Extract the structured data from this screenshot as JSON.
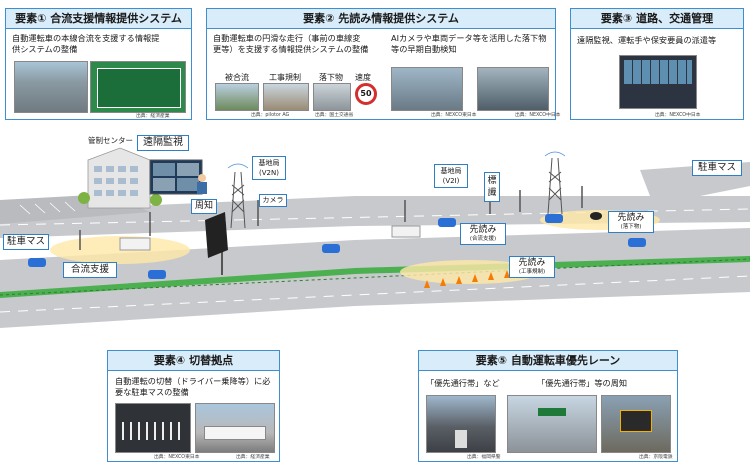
{
  "panels": {
    "p1": {
      "title": "要素① 合流支援情報提供システム",
      "desc": [
        "自動運転車の本線合流を支援する情報提",
        "供システムの整備"
      ],
      "source": "出典：経済産業"
    },
    "p2": {
      "title": "要素② 先読み情報提供システム",
      "desc_left": [
        "自動運転車の円滑な走行（事前の車線変",
        "更等）を支援する情報提供システムの整備"
      ],
      "desc_right": [
        "AIカメラや車両データ等を活用した落下物",
        "等の早期自動検知"
      ],
      "photo_labels": [
        "被合流",
        "工事規制",
        "落下物",
        "速度"
      ],
      "speed_value": "50",
      "sources": [
        "出典：pilotor AG",
        "出典：国土交通省",
        "出典：NEXCO東日本",
        "出典：NEXCO中日本"
      ]
    },
    "p3": {
      "title": "要素③ 道路、交通管理",
      "desc": "遠隔監視、運転手や保安要員の派遣等",
      "source": "出典：NEXCO中日本"
    },
    "p4": {
      "title": "要素④ 切替拠点",
      "desc": [
        "自動運転の切替（ドライバー乗降等）に必",
        "要な駐車マスの整備"
      ],
      "sources": [
        "出典：NEXCO東日本",
        "出典：経済産業"
      ]
    },
    "p5": {
      "title": "要素⑤ 自動運転車優先レーン",
      "label_left": "「優先通行帯」など",
      "label_right": "「優先通行帯」等の周知",
      "sources": [
        "出典：福岡県警",
        "出典：京阪電鉄"
      ]
    }
  },
  "scene": {
    "control_center": "管制センター",
    "remote_monitoring": "遠隔監視",
    "notice": "周知",
    "base_v2n": [
      "基地局",
      "(V2N)"
    ],
    "camera": "カメラ",
    "base_v2i": [
      "基地局",
      "(V2I)"
    ],
    "sign": "標識",
    "parking_left": "駐車マス",
    "parking_right": "駐車マス",
    "merge_support": "合流支援",
    "lookahead1": {
      "main": "先読み",
      "sub": "(合流支援)"
    },
    "lookahead2": {
      "main": "先読み",
      "sub": "(工事規制)"
    },
    "lookahead3": {
      "main": "先読み",
      "sub": "(落下物)"
    }
  },
  "colors": {
    "panel_border": "#3f8fd0",
    "header_fill": "#d9ecfa",
    "road": "#c7c9cc",
    "median": "#4caf50",
    "car": "#2a6fd6"
  }
}
